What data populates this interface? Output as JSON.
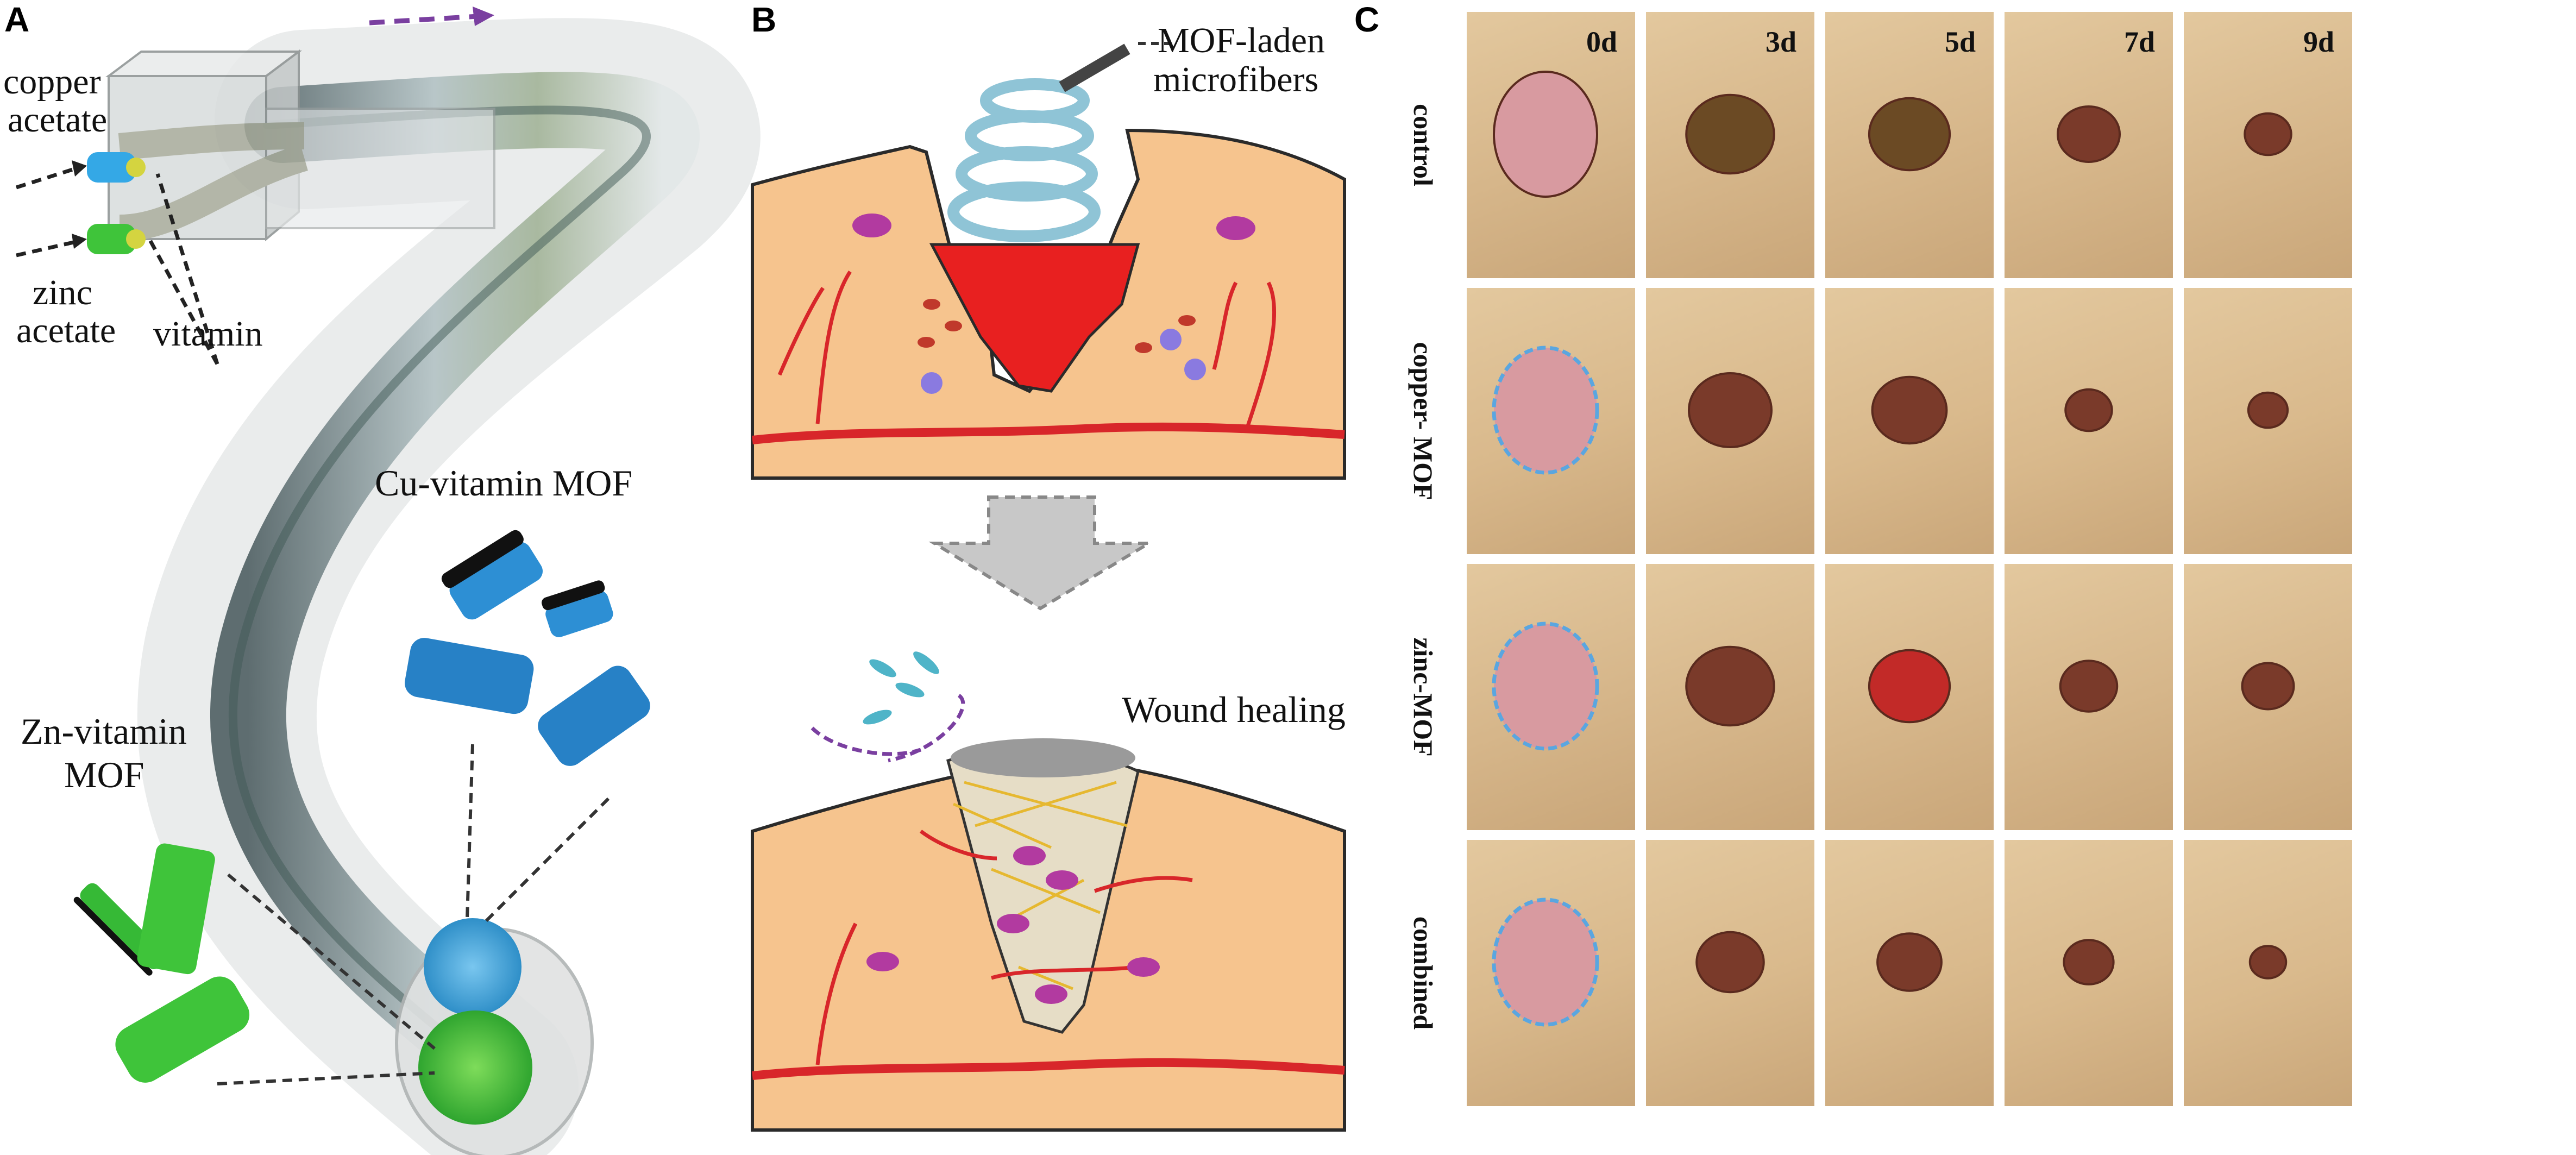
{
  "panel_a": {
    "label": "A",
    "copper_acetate": [
      "copper",
      "acetate"
    ],
    "zinc_acetate": [
      "zinc",
      "acetate"
    ],
    "vitamin": "vitamin",
    "cu_mof": "Cu-vitamin MOF",
    "zn_mof": [
      "Zn-vitamin",
      "MOF"
    ],
    "colors": {
      "copper": "#2f8fd8",
      "zinc": "#3cbf3c",
      "fiber": "#8aa0a8"
    }
  },
  "panel_b": {
    "label": "B",
    "mof_laden": [
      "MOF-laden",
      "microfibers"
    ],
    "wound_healing": "Wound healing",
    "colors": {
      "skin": "#f6c48e",
      "wound": "#e82020",
      "vessel": "#d8262a",
      "fiber_coil": "#8fc4d6"
    }
  },
  "panel_c": {
    "label": "C",
    "days": [
      "0d",
      "3d",
      "5d",
      "7d",
      "9d"
    ],
    "rows": [
      {
        "label": "control",
        "wound_scale": [
          1.0,
          0.85,
          0.78,
          0.6,
          0.45
        ],
        "outlined": false
      },
      {
        "label": "copper- MOF",
        "wound_scale": [
          1.0,
          0.8,
          0.72,
          0.45,
          0.38
        ],
        "outlined": true
      },
      {
        "label": "zinc-MOF",
        "wound_scale": [
          1.0,
          0.85,
          0.78,
          0.55,
          0.5
        ],
        "outlined": true
      },
      {
        "label": "combined",
        "wound_scale": [
          1.0,
          0.65,
          0.62,
          0.48,
          0.35
        ],
        "outlined": true
      }
    ]
  }
}
